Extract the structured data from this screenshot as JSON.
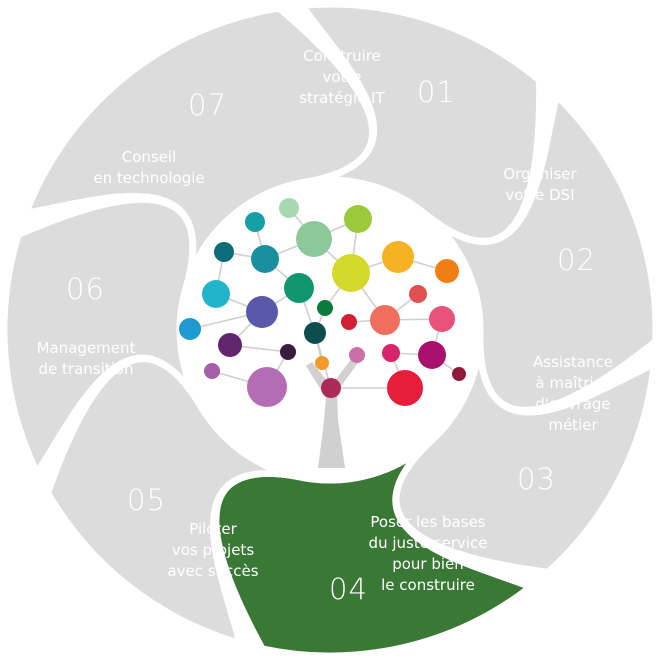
{
  "colors": {
    "segment": "#dcdcdc",
    "active_segment": "#3a7836",
    "text": "#ffffff",
    "trunk": "#d0d0d0",
    "branch": "#cfcfcf"
  },
  "segments": [
    {
      "number": "01",
      "lines": [
        "Construire",
        "votre",
        "stratégie IT"
      ],
      "active": false
    },
    {
      "number": "02",
      "lines": [
        "Organiser",
        "votre DSI"
      ],
      "active": false
    },
    {
      "number": "03",
      "lines": [
        "Assistance",
        "à maîtrise",
        "d'ouvrage",
        "métier"
      ],
      "active": false
    },
    {
      "number": "04",
      "lines": [
        "Poser les bases",
        "du juste service",
        "pour bien",
        "le construire"
      ],
      "active": true
    },
    {
      "number": "05",
      "lines": [
        "Piloter",
        "vos projets",
        "avec succès"
      ],
      "active": false
    },
    {
      "number": "06",
      "lines": [
        "Management",
        "de transition"
      ],
      "active": false
    },
    {
      "number": "07",
      "lines": [
        "Conseil",
        "en technologie"
      ],
      "active": false
    }
  ],
  "tree": {
    "icon": "network-tree-icon",
    "node_colors": [
      "#a6d9b0",
      "#9cc83c",
      "#16a0a6",
      "#8cc89a",
      "#0e6c78",
      "#1a8fa0",
      "#d4d82a",
      "#f5b324",
      "#ef7f15",
      "#22b4c8",
      "#5a58a8",
      "#0f9670",
      "#1e9ad0",
      "#63246e",
      "#e05050",
      "#ef6e5e",
      "#e9527a",
      "#cc6fa8",
      "#3a1c40",
      "#d8246c",
      "#a8116d",
      "#8e1a3a",
      "#a660a8",
      "#aa2a5a",
      "#e61e3c",
      "#d02034",
      "#0d4d4f",
      "#0b7b3c",
      "#b46db4",
      "#f59a2c"
    ]
  }
}
